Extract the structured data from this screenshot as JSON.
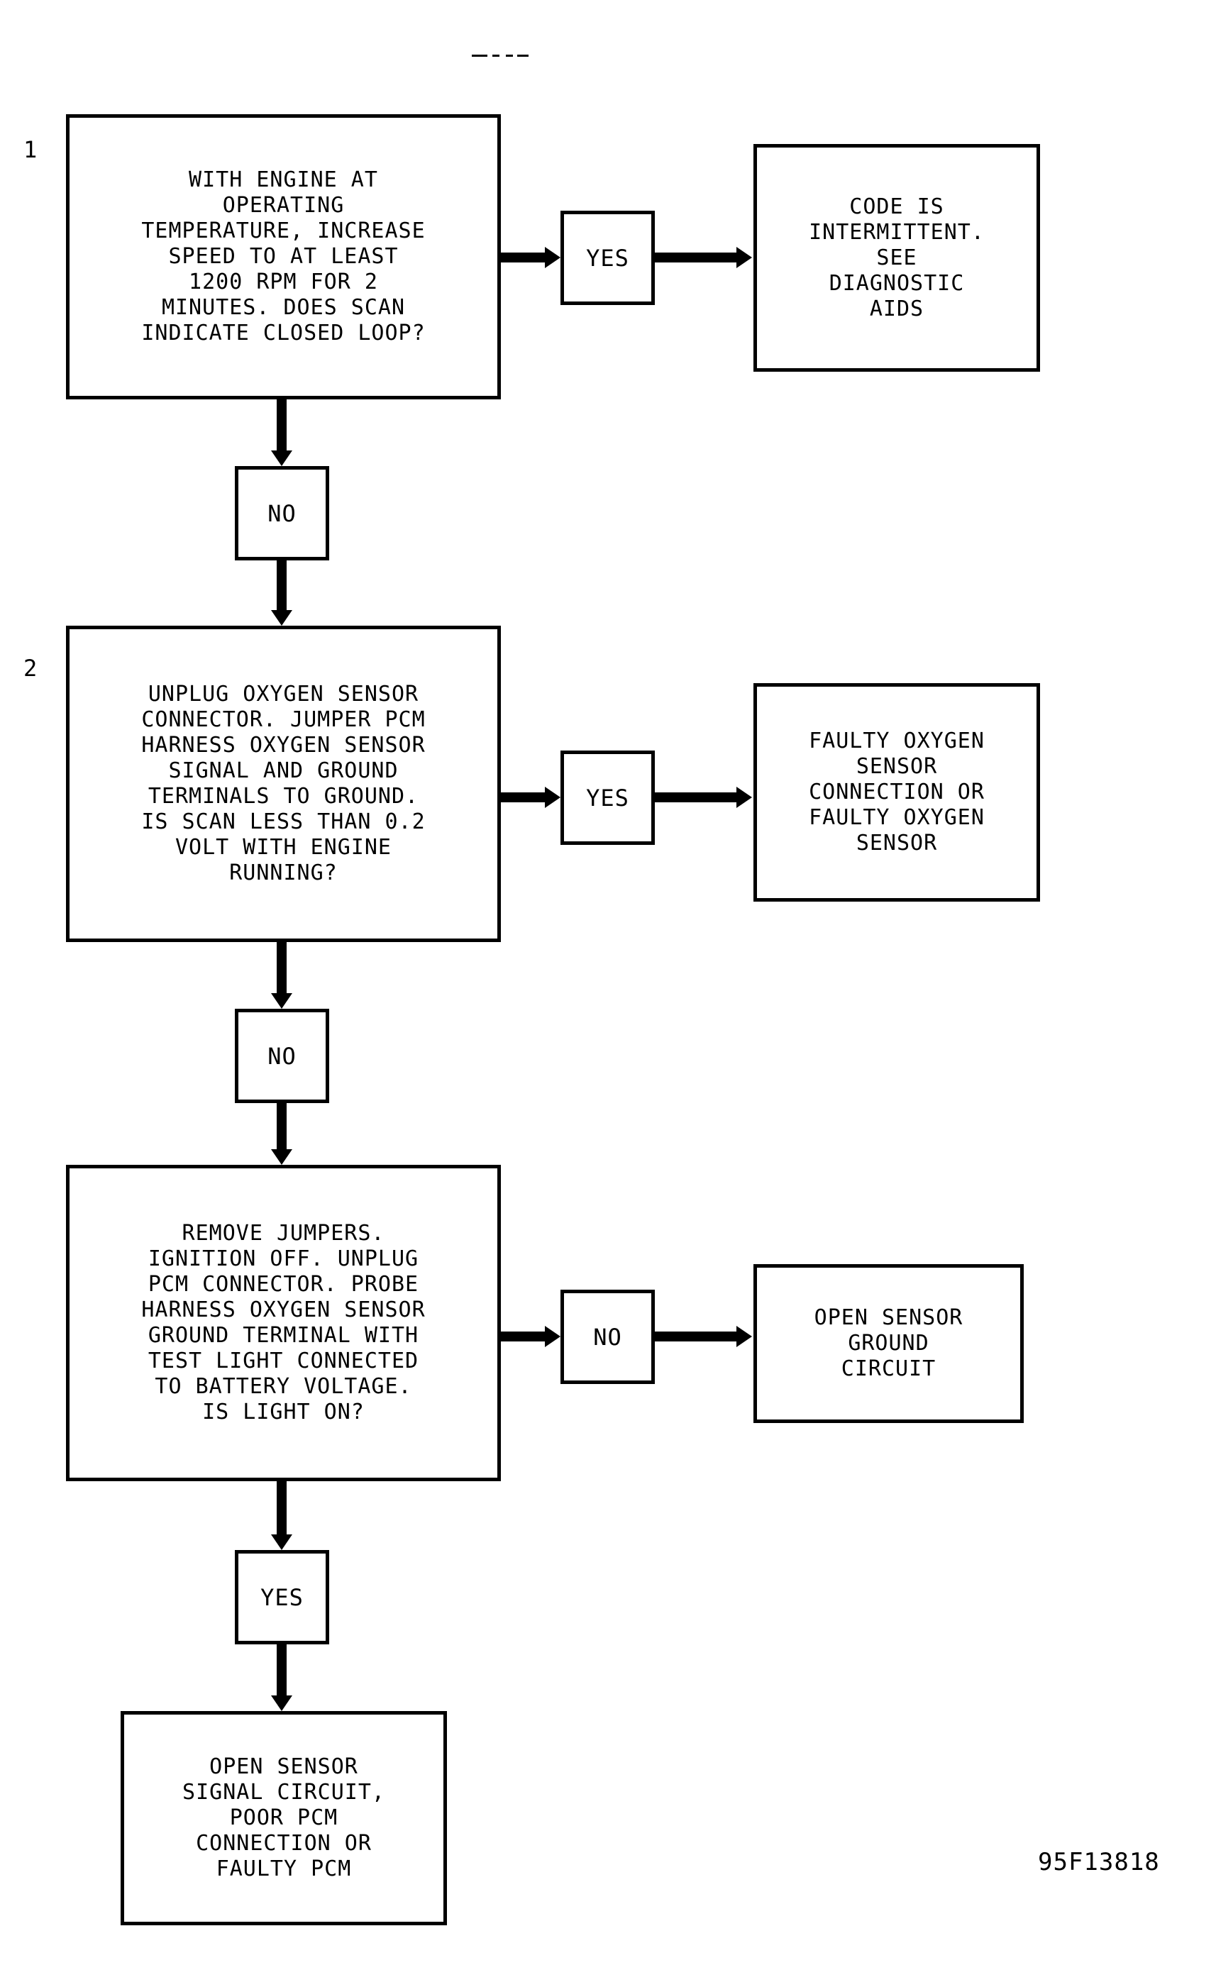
{
  "diagram": {
    "title_artifact": "",
    "figure_code": "95F13818",
    "step_numbers": {
      "one": "1",
      "two": "2"
    },
    "steps": [
      {
        "id": "step1",
        "number": "1",
        "text": "WITH ENGINE AT\nOPERATING\nTEMPERATURE, INCREASE\nSPEED TO AT LEAST\n1200 RPM FOR 2\nMINUTES. DOES SCAN\nINDICATE CLOSED LOOP?"
      },
      {
        "id": "step2",
        "number": "2",
        "text": "UNPLUG OXYGEN SENSOR\nCONNECTOR. JUMPER PCM\nHARNESS OXYGEN SENSOR\nSIGNAL AND GROUND\nTERMINALS TO GROUND.\nIS SCAN LESS THAN 0.2\nVOLT WITH ENGINE\nRUNNING?"
      },
      {
        "id": "step3",
        "number": "",
        "text": "REMOVE JUMPERS.\nIGNITION OFF. UNPLUG\nPCM CONNECTOR. PROBE\nHARNESS OXYGEN SENSOR\nGROUND TERMINAL WITH\nTEST LIGHT CONNECTED\nTO BATTERY VOLTAGE.\nIS LIGHT ON?"
      }
    ],
    "outcomes": [
      {
        "id": "outcome1",
        "text": "CODE IS\nINTERMITTENT.\nSEE\nDIAGNOSTIC\nAIDS"
      },
      {
        "id": "outcome2",
        "text": "FAULTY OXYGEN\nSENSOR\nCONNECTION OR\nFAULTY OXYGEN\nSENSOR"
      },
      {
        "id": "outcome3",
        "text": "OPEN SENSOR\nGROUND\nCIRCUIT"
      },
      {
        "id": "outcome4",
        "text": "OPEN SENSOR\nSIGNAL CIRCUIT,\nPOOR PCM\nCONNECTION OR\nFAULTY PCM"
      }
    ],
    "decisions": [
      {
        "id": "yes1",
        "label": "YES"
      },
      {
        "id": "no1",
        "label": "NO"
      },
      {
        "id": "yes2",
        "label": "YES"
      },
      {
        "id": "no2",
        "label": "NO"
      },
      {
        "id": "no3",
        "label": "NO"
      },
      {
        "id": "yes3",
        "label": "YES"
      }
    ],
    "colors": {
      "ink": "#000000",
      "paper": "#ffffff"
    }
  }
}
